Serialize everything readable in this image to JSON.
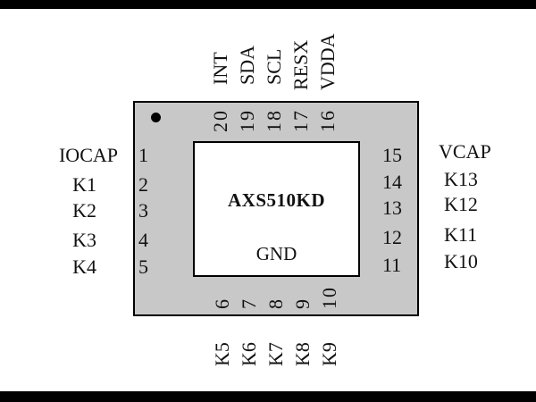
{
  "chip": {
    "name": "AXS510KD",
    "pad_label": "GND"
  },
  "left_pins": [
    {
      "num": "1",
      "name": "IOCAP"
    },
    {
      "num": "2",
      "name": "K1"
    },
    {
      "num": "3",
      "name": "K2"
    },
    {
      "num": "4",
      "name": "K3"
    },
    {
      "num": "5",
      "name": "K4"
    }
  ],
  "right_pins": [
    {
      "num": "15",
      "name": "VCAP"
    },
    {
      "num": "14",
      "name": "K13"
    },
    {
      "num": "13",
      "name": "K12"
    },
    {
      "num": "12",
      "name": "K11"
    },
    {
      "num": "11",
      "name": "K10"
    }
  ],
  "top_pins": [
    {
      "num": "20",
      "name": "INT"
    },
    {
      "num": "19",
      "name": "SDA"
    },
    {
      "num": "18",
      "name": "SCL"
    },
    {
      "num": "17",
      "name": "RESX"
    },
    {
      "num": "16",
      "name": "VDDA"
    }
  ],
  "bottom_pins": [
    {
      "num": "6",
      "name": "K5"
    },
    {
      "num": "7",
      "name": "K6"
    },
    {
      "num": "8",
      "name": "K7"
    },
    {
      "num": "9",
      "name": "K8"
    },
    {
      "num": "10",
      "name": "K9"
    }
  ]
}
